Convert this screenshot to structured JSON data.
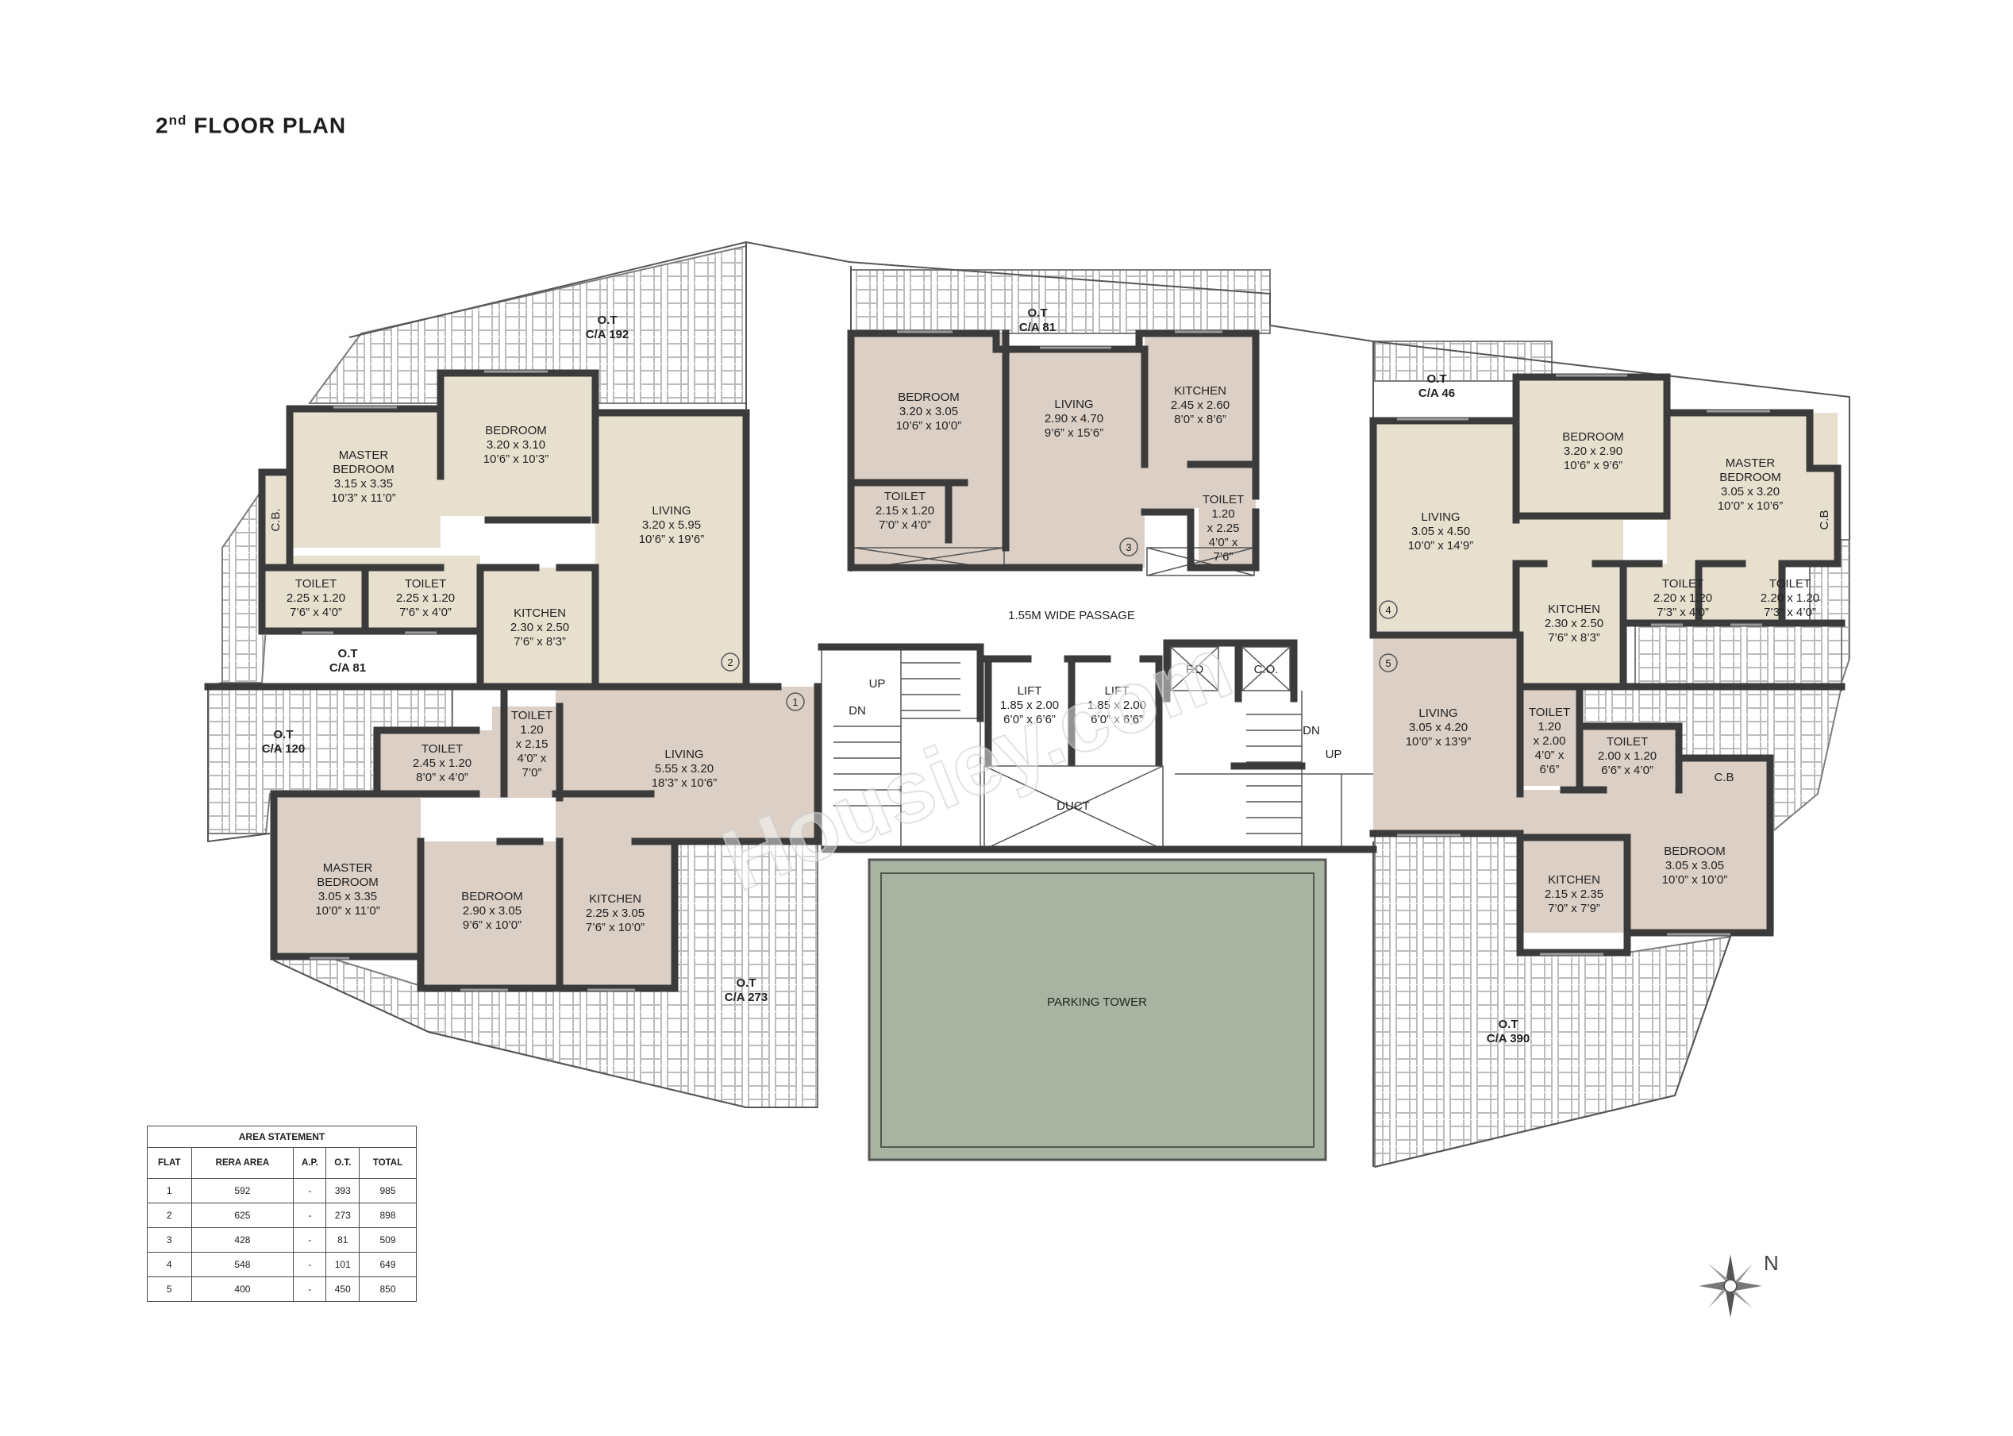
{
  "title": {
    "main": "2",
    "sup": "nd",
    "rest": " FLOOR PLAN"
  },
  "colors": {
    "beige": "#e8e0cf",
    "mauve": "#dbcfc6",
    "wall": "#3b3b3b",
    "parking": "#a8b4a1"
  },
  "rooms": {
    "ml_bed": [
      "MASTER",
      "BEDROOM",
      "3.15 x 3.35",
      "10’3” x 11’0”"
    ],
    "bed_a": [
      "BEDROOM",
      "3.20 x 3.10",
      "10’6” x 10’3”"
    ],
    "liv_2": [
      "LIVING",
      "3.20 x 5.95",
      "10’6” x 19’6”"
    ],
    "cb_l": "C.B.",
    "t_l1": [
      "TOILET",
      "2.25 x 1.20",
      "7’6” x 4’0”"
    ],
    "t_l2": [
      "TOILET",
      "2.25 x 1.20",
      "7’6” x 4’0”"
    ],
    "k_2": [
      "KITCHEN",
      "2.30 x 2.50",
      "7’6” x 8’3”"
    ],
    "ot_l": [
      "O.T",
      "C/A 81"
    ],
    "ot_top": [
      "O.T",
      "C/A 192"
    ],
    "t_1a": [
      "TOILET",
      "1.20",
      "x 2.15",
      "4’0” x",
      "7’0”"
    ],
    "t_1b": [
      "TOILET",
      "2.45 x 1.20",
      "8’0” x 4’0”"
    ],
    "liv_1": [
      "LIVING",
      "5.55 x 3.20",
      "18’3” x 10’6”"
    ],
    "ot_120": [
      "O.T",
      "C/A 120"
    ],
    "mb_1": [
      "MASTER",
      "BEDROOM",
      "3.05 x 3.35",
      "10’0” x 11’0”"
    ],
    "bed_1": [
      "BEDROOM",
      "2.90 x 3.05",
      "9’6” x 10’0”"
    ],
    "k_1": [
      "KITCHEN",
      "2.25 x 3.05",
      "7’6” x 10’0”"
    ],
    "ot_273": [
      "O.T",
      "C/A 273"
    ],
    "bed_3": [
      "BEDROOM",
      "3.20 x 3.05",
      "10’6” x 10’0”"
    ],
    "liv_3": [
      "LIVING",
      "2.90 x 4.70",
      "9’6” x 15’6”"
    ],
    "k_3": [
      "KITCHEN",
      "2.45 x 2.60",
      "8’0” x 8’6”"
    ],
    "t_3a": [
      "TOILET",
      "2.15 x 1.20",
      "7’0” x 4’0”"
    ],
    "t_3b": [
      "TOILET",
      "1.20",
      "x 2.25",
      "4’0” x",
      "7’6”"
    ],
    "ot_c81": [
      "O.T",
      "C/A 81"
    ],
    "passage": "1.55M WIDE PASSAGE",
    "lift1": [
      "LIFT",
      "1.85 x 2.00",
      "6’0” x 6’6”"
    ],
    "lift2": [
      "LIFT",
      "1.85 x 2.00",
      "6’0” x 6’6”"
    ],
    "fd": "F.D",
    "co": "C.O.",
    "duct": "DUCT",
    "up1": "UP",
    "dn1": "DN",
    "dn2": "DN",
    "up2": "UP",
    "parking": "PARKING TOWER",
    "ot_46": [
      "O.T",
      "C/A 46"
    ],
    "liv_4": [
      "LIVING",
      "3.05 x 4.50",
      "10’0” x 14’9”"
    ],
    "bed_4": [
      "BEDROOM",
      "3.20 x 2.90",
      "10’6” x 9’6”"
    ],
    "mb_4": [
      "MASTER",
      "BEDROOM",
      "3.05 x 3.20",
      "10’0” x 10’6”"
    ],
    "cb_r": "C.B",
    "k_4": [
      "KITCHEN",
      "2.30 x 2.50",
      "7’6” x 8’3”"
    ],
    "t_4a": [
      "TOILET",
      "2.20 x 1.20",
      "7’3” x 4’0”"
    ],
    "t_4b": [
      "TOILET",
      "2.20 x 1.20",
      "7’3” x 4’0”"
    ],
    "liv_5": [
      "LIVING",
      "3.05 x 4.20",
      "10’0” x 13’9”"
    ],
    "t_5a": [
      "TOILET",
      "1.20",
      "x 2.00",
      "4’0” x",
      "6’6”"
    ],
    "t_5b": [
      "TOILET",
      "2.00 x 1.20",
      "6’6” x 4’0”"
    ],
    "cb_5": "C.B",
    "bed_5": [
      "BEDROOM",
      "3.05 x 3.05",
      "10’0” x 10’0”"
    ],
    "k_5": [
      "KITCHEN",
      "2.15 x 2.35",
      "7’0” x 7’9”"
    ],
    "ot_390": [
      "O.T",
      "C/A 390"
    ]
  },
  "flat_numbers": {
    "f1": "1",
    "f2": "2",
    "f3": "3",
    "f4": "4",
    "f5": "5"
  },
  "watermark": "Housiey.com",
  "compass": "N",
  "area_statement": {
    "caption": "AREA STATEMENT",
    "headers": [
      "FLAT",
      "RERA AREA",
      "A.P.",
      "O.T.",
      "TOTAL"
    ],
    "rows": [
      [
        "1",
        "592",
        "-",
        "393",
        "985"
      ],
      [
        "2",
        "625",
        "-",
        "273",
        "898"
      ],
      [
        "3",
        "428",
        "-",
        "81",
        "509"
      ],
      [
        "4",
        "548",
        "-",
        "101",
        "649"
      ],
      [
        "5",
        "400",
        "-",
        "450",
        "850"
      ]
    ]
  }
}
